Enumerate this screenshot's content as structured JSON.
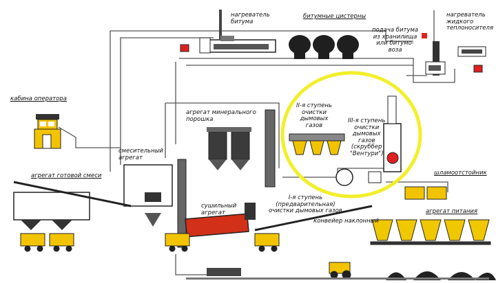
{
  "labels": {
    "bitumen_heater": "нагреватель\nбитума",
    "bitumen_tanks": "битумные цистерны",
    "bitumen_supply": "подача битума\nиз хранилища\nили битумо-\nвоза",
    "fluid_heater": "нагреватель\nжидкого\nтеплоносителя",
    "operator_cabin": "кабина оператора",
    "mineral_powder_unit": "агрегат минерального\nпорошка",
    "stage2_gas_cleaning": "II-я ступень\nочистки\nдымовых\nгазов",
    "stage3_gas_cleaning": "III-я ступень\nочистки\nдымовых\nгазов\n(скруббер\n\"Вентури\")",
    "mixing_unit": "смесительный\nагрегат",
    "finished_mix_unit": "агрегат готовой смеси",
    "sludge_tank": "шламоотстойник",
    "stage1_gas_cleaning": "I-я ступень\n(предварительная)\nочистки дымовых газов",
    "drying_unit": "сушильный\nагрегат",
    "feed_unit": "агрегат питания",
    "inclined_conveyor": "конвейер наклонный"
  },
  "colors": {
    "highlight_ring": "#f2ef2a",
    "trucks": "#f2c400",
    "bins": "#f0c800",
    "dryer_red": "#d23018",
    "gas_red": "#e02020",
    "lines": "#555555",
    "dark": "#222222"
  }
}
